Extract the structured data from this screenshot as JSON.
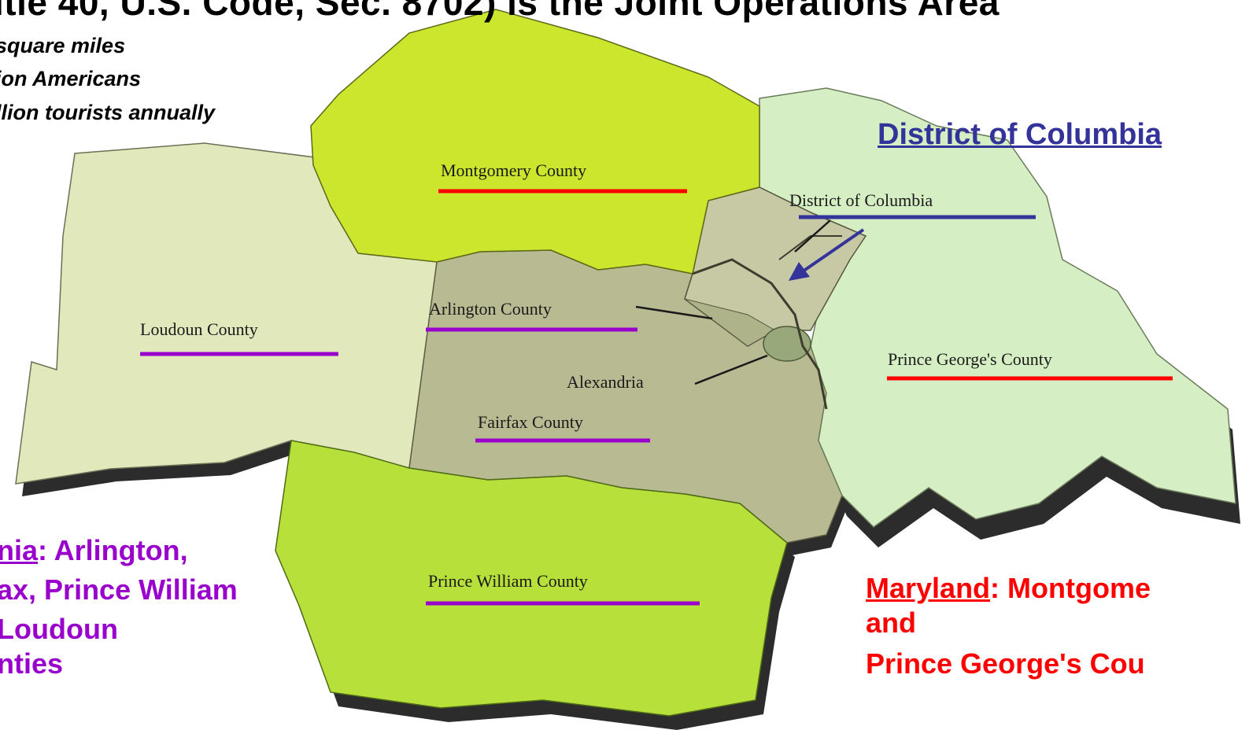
{
  "header": {
    "title": "itle 40, U.S. Code, Sec. 8702)   is the Joint Operations Area"
  },
  "stats": [
    "square miles",
    "ion Americans",
    "llion tourists annually"
  ],
  "regions": {
    "montgomery": "Montgomery County",
    "dc_map": "District of Columbia",
    "loudoun": "Loudoun County",
    "arlington": "Arlington County",
    "alexandria": "Alexandria",
    "fairfax": "Fairfax County",
    "prince_georges": "Prince George's County",
    "prince_william": "Prince William County"
  },
  "callouts": {
    "dc": "District of Columbia",
    "virginia": {
      "state": "nia",
      "line1_rest": ":  Arlington,",
      "line2": "ax, Prince William",
      "line3": "Loudoun",
      "line4": "nties"
    },
    "maryland": {
      "state": "Maryland",
      "line1_rest": ": Montgome",
      "line2": "and",
      "line3": "Prince George's Cou"
    }
  },
  "colors": {
    "virginia": "#9900CC",
    "maryland": "#FF0000",
    "dc": "#333399",
    "montgomery_fill": "#CCE62E",
    "prince_william_fill": "#B8E03A",
    "loudoun_fill": "#E0E8BC",
    "fairfax_fill": "#B8BA92",
    "prince_georges_fill": "#D6EEC4"
  }
}
